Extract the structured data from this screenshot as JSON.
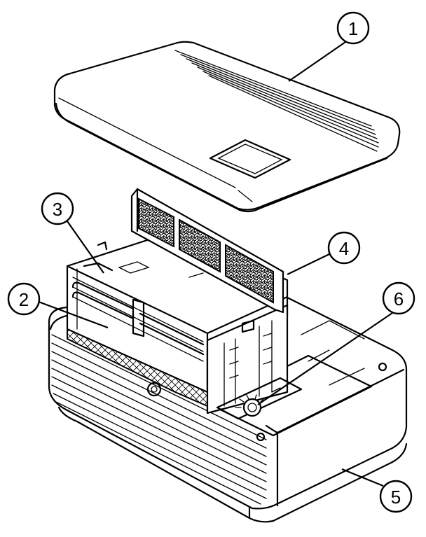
{
  "callouts": [
    {
      "label": "1",
      "part": "top-cover"
    },
    {
      "label": "2",
      "part": "wick-filter"
    },
    {
      "label": "3",
      "part": "water-tank"
    },
    {
      "label": "4",
      "part": "air-filter-frame"
    },
    {
      "label": "5",
      "part": "base-housing"
    },
    {
      "label": "6",
      "part": "control-knob"
    }
  ],
  "colors": {
    "ink": "#000000",
    "paper": "#ffffff"
  }
}
